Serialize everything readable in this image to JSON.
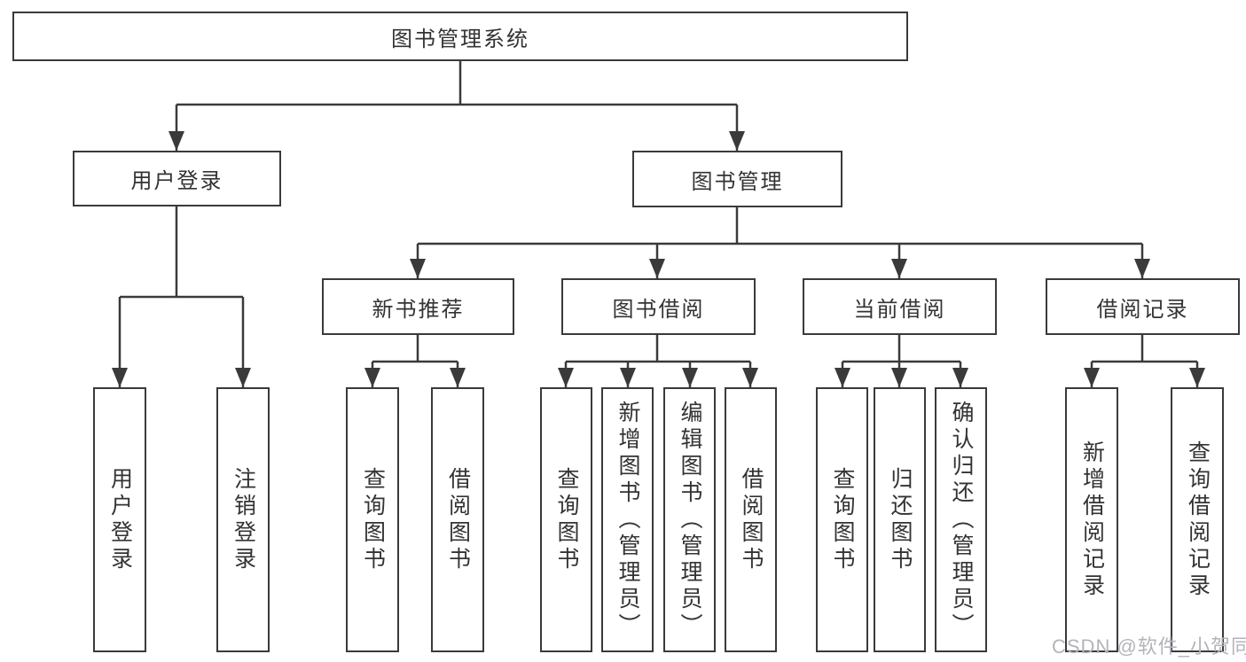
{
  "tree": {
    "root": {
      "label": "图书管理系统"
    },
    "children": [
      {
        "label": "用户登录",
        "children": [
          {
            "label": "用户登录"
          },
          {
            "label": "注销登录"
          }
        ]
      },
      {
        "label": "图书管理",
        "children": [
          {
            "label": "新书推荐",
            "children": [
              {
                "label": "查询图书"
              },
              {
                "label": "借阅图书"
              }
            ]
          },
          {
            "label": "图书借阅",
            "children": [
              {
                "label": "查询图书"
              },
              {
                "label": "新增图书（管理员）"
              },
              {
                "label": "编辑图书（管理员）"
              },
              {
                "label": "借阅图书"
              }
            ]
          },
          {
            "label": "当前借阅",
            "children": [
              {
                "label": "查询图书"
              },
              {
                "label": "归还图书"
              },
              {
                "label": "确认归还（管理员）"
              }
            ]
          },
          {
            "label": "借阅记录",
            "children": [
              {
                "label": "新增借阅记录"
              },
              {
                "label": "查询借阅记录"
              }
            ]
          }
        ]
      }
    ]
  },
  "watermark": {
    "text": "CSDN @软件_小贺同学"
  },
  "colors": {
    "line": "#3a3a3a",
    "box_border": "#3a3a3a",
    "text": "#333333",
    "background": "#ffffff",
    "watermark": "#b3b3bc"
  }
}
